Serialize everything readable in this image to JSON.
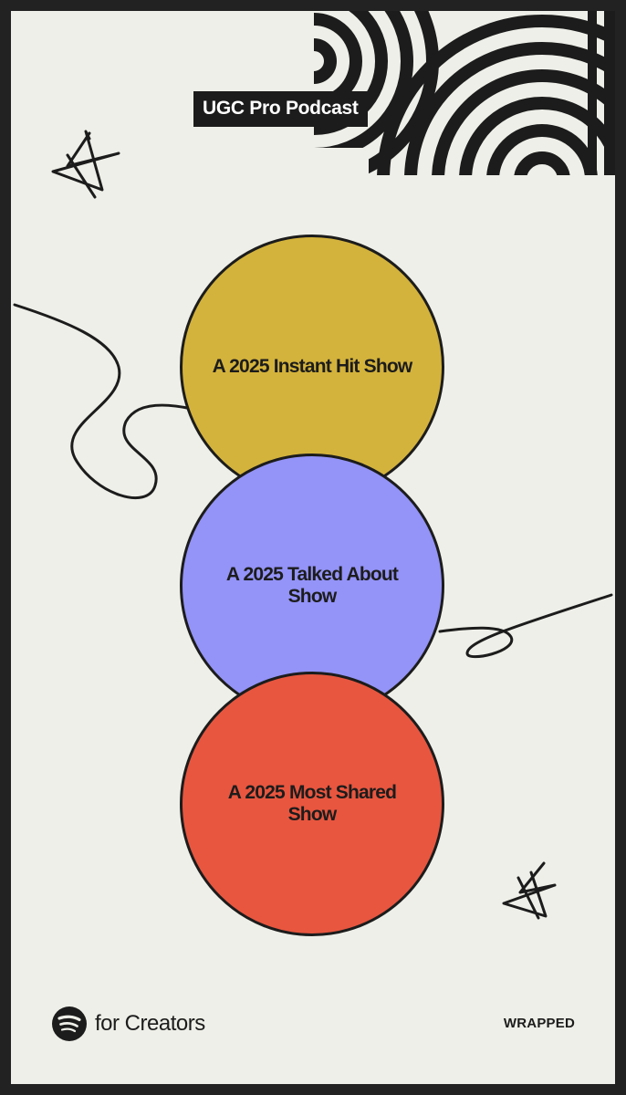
{
  "header": {
    "podcast_title": "UGC Pro Podcast"
  },
  "badges": [
    {
      "label": "A 2025 Instant Hit Show",
      "color": "#d4b33c"
    },
    {
      "label": "A 2025 Talked About Show",
      "color": "#9393f8"
    },
    {
      "label": "A 2025 Most Shared Show",
      "color": "#e8563f"
    }
  ],
  "footer": {
    "brand_icon": "spotify-logo-icon",
    "brand_text": "for Creators",
    "wrapped_label": "WRAPPED"
  },
  "colors": {
    "background": "#efefe9",
    "frame": "#222222",
    "ink": "#1c1c1c"
  }
}
